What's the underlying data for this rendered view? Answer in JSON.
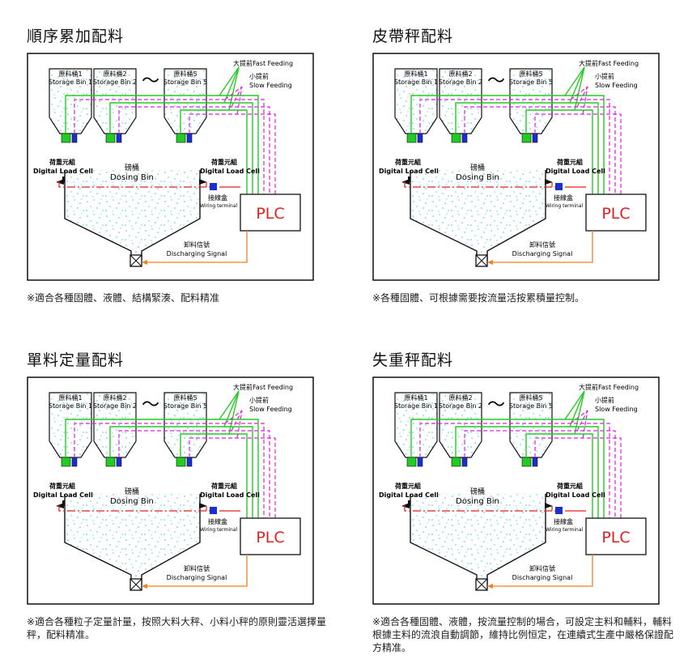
{
  "diagram_labels": {
    "bin1": "原料桶1",
    "bin1_en": "Storage Bin 1",
    "bin2": "原料桶2",
    "bin2_en": "Storage Bin 2",
    "tilde": "～",
    "bin5": "原料桶5",
    "bin5_en": "Storage Bin 5",
    "fast_cn": "大提前",
    "fast_en": "Fast Feeding",
    "slow_cn": "小提前",
    "slow_en": "Slow Feeding",
    "loadcell_cn": "荷重元組",
    "loadcell_en": "Digital Load Cell",
    "dosing_cn": "磅桶",
    "dosing_en": "Dosing Bin",
    "wiring_cn": "接線盒",
    "wiring_en": "Wiring terminal",
    "plc": "PLC",
    "discharge_cn": "卸料信號",
    "discharge_en": "Discharging Signal"
  },
  "panels": [
    {
      "title": "順序累加配料",
      "description": "※適合各種固體、液體、結構緊湊、配料精准"
    },
    {
      "title": "皮帶秤配料",
      "description": "※各種固體、可根據需要按流量活按累積量控制。"
    },
    {
      "title": "單料定量配料",
      "description": "※適合各種粒子定量計量，按照大料大秤、小料小秤的原則靈活選擇量秤，配料精准。"
    },
    {
      "title": "失重秤配料",
      "description": "※適合各種固體、液體，按流量控制的場合，可設定主料和輔料，輔料根據主料的流浪自動調節，維持比例恒定，在連續式生產中嚴格保證配方精准。"
    }
  ],
  "colors": {
    "frame": "#111111",
    "powder": "#35c8e0",
    "fast_line": "#22cc22",
    "slow_line": "#e020e0",
    "signal_line": "#e0201e",
    "discharge_line": "#f08020",
    "junction_box": "#1a2fd0",
    "valve_fast": "#22cc22",
    "valve_slow": "#1a2fd0",
    "plc_text": "#e0201e"
  }
}
